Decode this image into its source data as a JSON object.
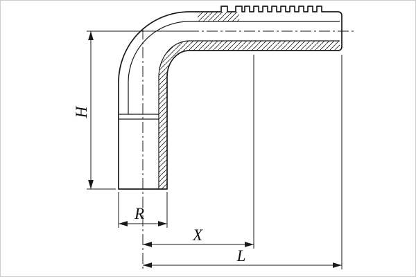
{
  "drawing": {
    "kind": "technical-dimension-drawing",
    "subject": "90-degree elbow hose fitting with barbed stem, half-section view",
    "dimension_labels": {
      "H": "H",
      "R": "R",
      "X": "X",
      "L": "L"
    },
    "colors": {
      "line": "#1a1a1a",
      "background": "#ffffff",
      "frame": "#cccccc"
    }
  }
}
